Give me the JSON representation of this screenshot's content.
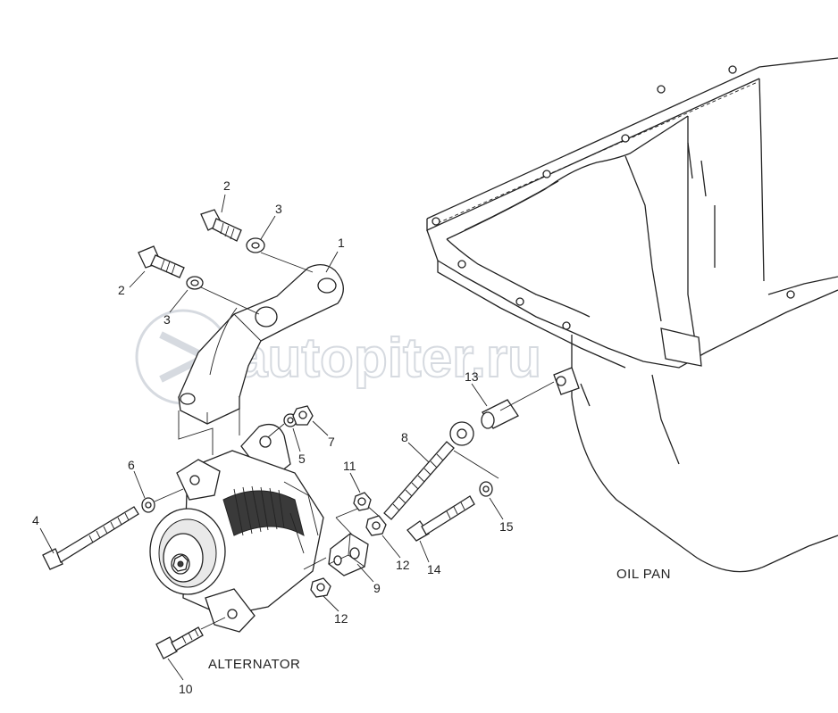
{
  "watermark": {
    "text": "autopiter.ru"
  },
  "labels": {
    "oil_pan": "OIL PAN",
    "alternator": "ALTERNATOR"
  },
  "callouts": [
    {
      "id": "c1",
      "text": "1"
    },
    {
      "id": "c2a",
      "text": "2"
    },
    {
      "id": "c2b",
      "text": "2"
    },
    {
      "id": "c3a",
      "text": "3"
    },
    {
      "id": "c3b",
      "text": "3"
    },
    {
      "id": "c4",
      "text": "4"
    },
    {
      "id": "c5",
      "text": "5"
    },
    {
      "id": "c6",
      "text": "6"
    },
    {
      "id": "c7",
      "text": "7"
    },
    {
      "id": "c8",
      "text": "8"
    },
    {
      "id": "c9",
      "text": "9"
    },
    {
      "id": "c10",
      "text": "10"
    },
    {
      "id": "c11",
      "text": "11"
    },
    {
      "id": "c12a",
      "text": "12"
    },
    {
      "id": "c12b",
      "text": "12"
    },
    {
      "id": "c13",
      "text": "13"
    },
    {
      "id": "c14",
      "text": "14"
    },
    {
      "id": "c15",
      "text": "15"
    }
  ]
}
